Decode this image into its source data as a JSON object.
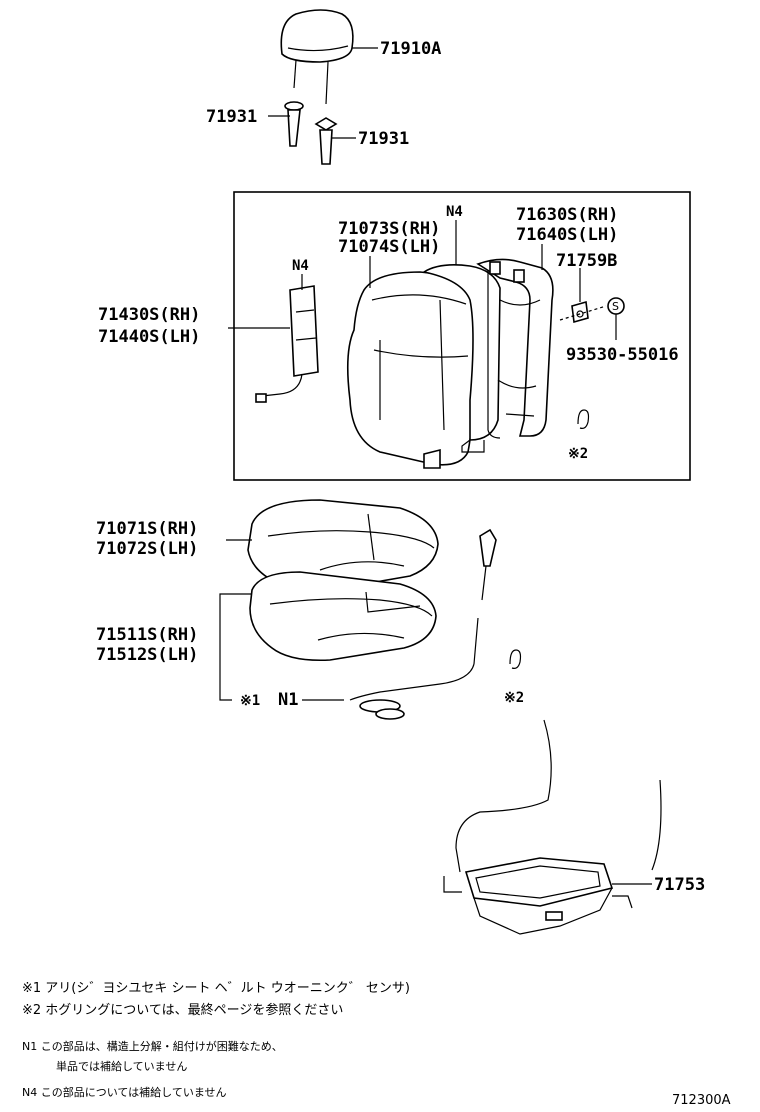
{
  "parts": {
    "headrest": "71910A",
    "guide_left": "71931",
    "guide_right": "71931",
    "n4_cover": "N4",
    "backcover_rh": "71073S(RH)",
    "backcover_lh": "71074S(LH)",
    "frame_rh": "71630S(RH)",
    "frame_lh": "71640S(LH)",
    "n4_airbag": "N4",
    "airbag_rh": "71430S(RH)",
    "airbag_lh": "71440S(LH)",
    "clip": "71759B",
    "screw_symbol": "S",
    "screw": "93530-55016",
    "hogring_ref_upper": "※2",
    "cushion_cover_rh": "71071S(RH)",
    "cushion_cover_lh": "71072S(LH)",
    "cushion_pad_rh": "71511S(RH)",
    "cushion_pad_lh": "71512S(LH)",
    "sensor_ref": "※1",
    "sensor_n1": "N1",
    "hogring_ref_lower": "※2",
    "cushion_frame": "71753"
  },
  "notes": {
    "note1": "※1 アリ(シ゛ヨシユセキ シート ヘ゛ルト ウオーニンク゛ センサ)",
    "note2": "※2 ホグリングについては、最終ページを参照ください",
    "n1_line1": "N1 この部品は、構造上分解・組付けが困難なため、",
    "n1_line2": "単品では補給していません",
    "n4_line": "N4 この部品については補給していません"
  },
  "diagram_id": "712300A"
}
